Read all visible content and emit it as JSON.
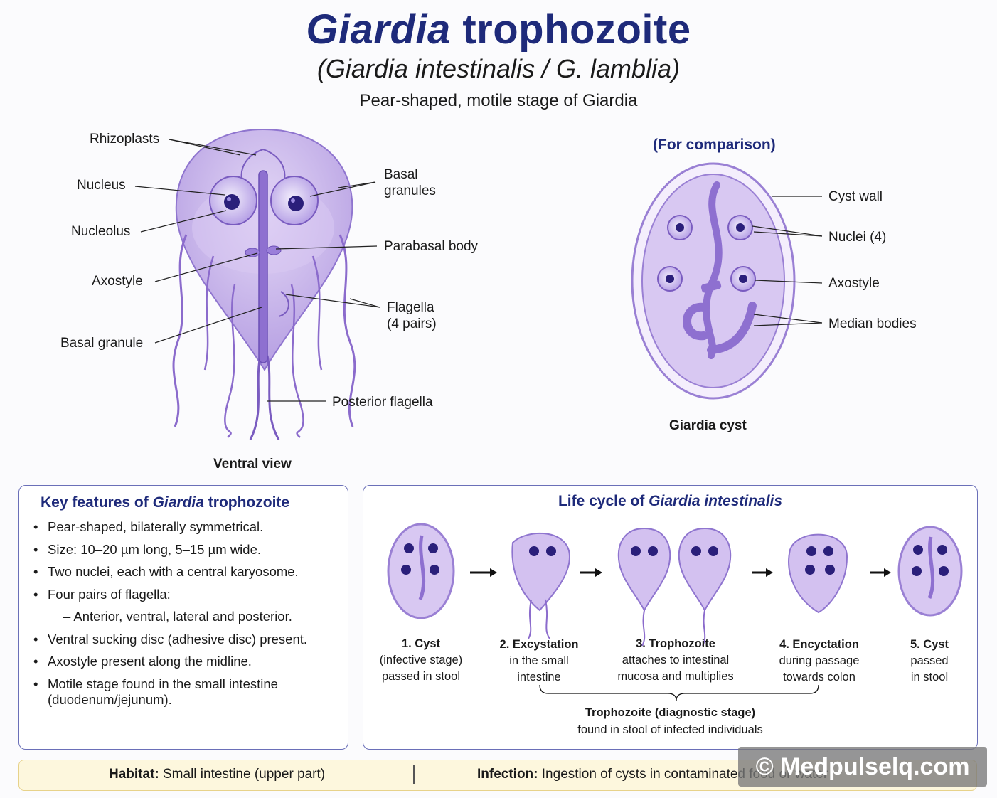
{
  "header": {
    "title_italic": "Giardia",
    "title_rest": " trophozoite",
    "subtitle": "(Giardia intestinalis / G. lamblia)",
    "tagline": "Pear-shaped, motile stage of Giardia"
  },
  "trophozoite_labels": {
    "rhizoplasts": "Rhizoplasts",
    "nucleus": "Nucleus",
    "nucleolus": "Nucleolus",
    "axostyle": "Axostyle",
    "basal_granule": "Basal granule",
    "basal_granules_1": "Basal",
    "basal_granules_2": "granules",
    "parabasal_body": "Parabasal body",
    "flagella_1": "Flagella",
    "flagella_2": "(4 pairs)",
    "posterior_flagella": "Posterior flagella",
    "caption": "Ventral view"
  },
  "cyst_labels": {
    "comparison": "(For comparison)",
    "cyst_wall": "Cyst wall",
    "nuclei": "Nuclei (4)",
    "axostyle": "Axostyle",
    "median_bodies": "Median bodies",
    "caption": "Giardia cyst"
  },
  "key_features": {
    "title_pre": "Key features of ",
    "title_italic": "Giardia",
    "title_post": " trophozoite",
    "items": [
      "Pear-shaped, bilaterally symmetrical.",
      "Size: 10–20 µm long, 5–15 µm wide.",
      "Two nuclei, each with a central karyosome.",
      "Four pairs of flagella:",
      "– Anterior, ventral, lateral and posterior.",
      "Ventral sucking disc (adhesive disc) present.",
      "Axostyle present along the midline.",
      "Motile stage found in the small intestine",
      "(duodenum/jejunum)."
    ]
  },
  "life_cycle": {
    "title_pre": "Life cycle of ",
    "title_italic": "Giardia intestinalis",
    "steps": [
      {
        "heading": "1. Cyst",
        "line1": "(infective stage)",
        "line2": "passed in stool"
      },
      {
        "heading": "2. Excystation",
        "line1": "in the small",
        "line2": "intestine"
      },
      {
        "heading": "3. Trophozoite",
        "line1": "attaches to intestinal",
        "line2": "mucosa and multiplies"
      },
      {
        "heading": "4. Encyctation",
        "line1": "during passage",
        "line2": "towards colon"
      },
      {
        "heading": "5. Cyst",
        "line1": "passed",
        "line2": "in stool"
      }
    ],
    "diagnostic_title": "Trophozoite (diagnostic stage)",
    "diagnostic_sub": "found in stool of infected individuals"
  },
  "footer": {
    "habitat_label": "Habitat:",
    "habitat_value": " Small intestine (upper part)",
    "infection_label": "Infection:",
    "infection_value": " Ingestion of cysts in contaminated food or water"
  },
  "watermark": "© Medpulselq.com",
  "colors": {
    "title": "#1e2a7a",
    "organism_fill": "#c9b5ea",
    "organism_stroke": "#7a5cc0",
    "nucleus": "#2a1f7a"
  }
}
